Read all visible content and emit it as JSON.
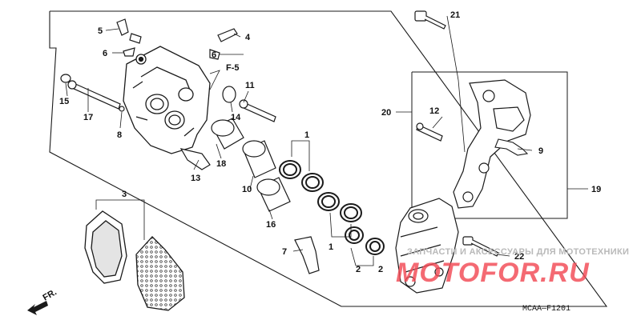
{
  "diagram": {
    "section_ref": "F-5",
    "drawing_code": "MCAA—F1201",
    "direction_label": "FR.",
    "callouts": [
      "1",
      "1",
      "2",
      "2",
      "3",
      "4",
      "5",
      "6",
      "6",
      "7",
      "8",
      "9",
      "10",
      "11",
      "12",
      "13",
      "14",
      "15",
      "16",
      "17",
      "18",
      "19",
      "20",
      "21",
      "22"
    ]
  },
  "watermark": {
    "tagline": "ЗАПЧАСТИ И АКСЕССУАРЫ ДЛЯ МОТОТЕХНИКИ",
    "logo": "MOTOFOR.RU"
  },
  "colors": {
    "line": "#1a1a1a",
    "fill": "#ffffff",
    "shade": "#d9d9d9",
    "logo": "#f24a55"
  },
  "icons": [
    "front-arrow-icon"
  ]
}
